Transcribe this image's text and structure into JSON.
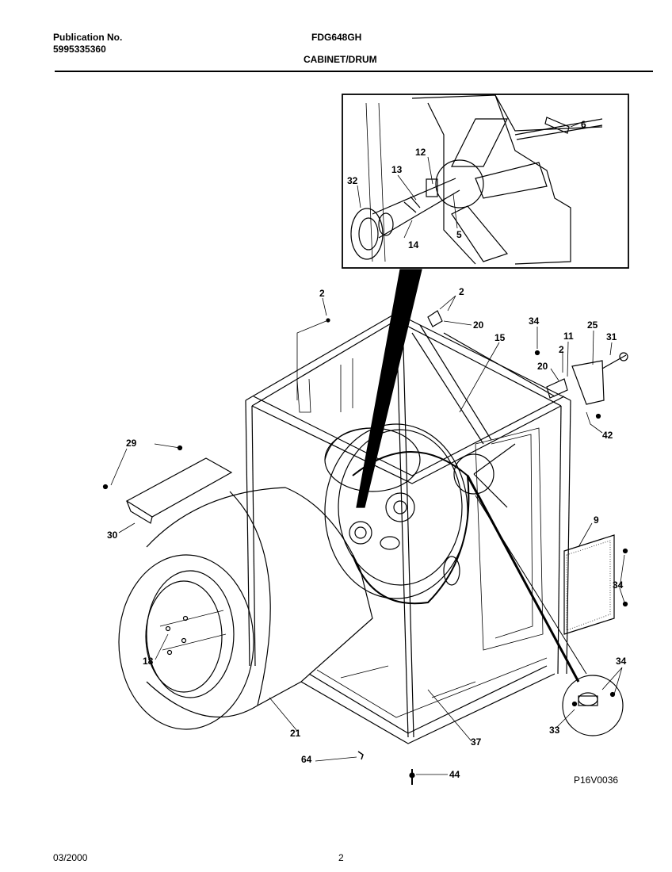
{
  "header": {
    "publication_label": "Publication No.",
    "publication_number": "5995335360",
    "model": "FDG648GH",
    "section_title": "CABINET/DRUM"
  },
  "diagram": {
    "code": "P16V0036",
    "callouts": [
      {
        "id": "c6",
        "label": "6"
      },
      {
        "id": "c12",
        "label": "12"
      },
      {
        "id": "c13",
        "label": "13"
      },
      {
        "id": "c32",
        "label": "32"
      },
      {
        "id": "c14",
        "label": "14"
      },
      {
        "id": "c5",
        "label": "5"
      },
      {
        "id": "c2a",
        "label": "2"
      },
      {
        "id": "c2b",
        "label": "2"
      },
      {
        "id": "c20a",
        "label": "20"
      },
      {
        "id": "c34a",
        "label": "34"
      },
      {
        "id": "c15",
        "label": "15"
      },
      {
        "id": "c11",
        "label": "11"
      },
      {
        "id": "c25",
        "label": "25"
      },
      {
        "id": "c31",
        "label": "31"
      },
      {
        "id": "c2c",
        "label": "2"
      },
      {
        "id": "c20b",
        "label": "20"
      },
      {
        "id": "c42",
        "label": "42"
      },
      {
        "id": "c29",
        "label": "29"
      },
      {
        "id": "c30",
        "label": "30"
      },
      {
        "id": "c9",
        "label": "9"
      },
      {
        "id": "c34b",
        "label": "34"
      },
      {
        "id": "c18",
        "label": "18"
      },
      {
        "id": "c34c",
        "label": "34"
      },
      {
        "id": "c33",
        "label": "33"
      },
      {
        "id": "c21",
        "label": "21"
      },
      {
        "id": "c37",
        "label": "37"
      },
      {
        "id": "c64",
        "label": "64"
      },
      {
        "id": "c44",
        "label": "44"
      }
    ]
  },
  "footer": {
    "date": "03/2000",
    "page": "2"
  }
}
